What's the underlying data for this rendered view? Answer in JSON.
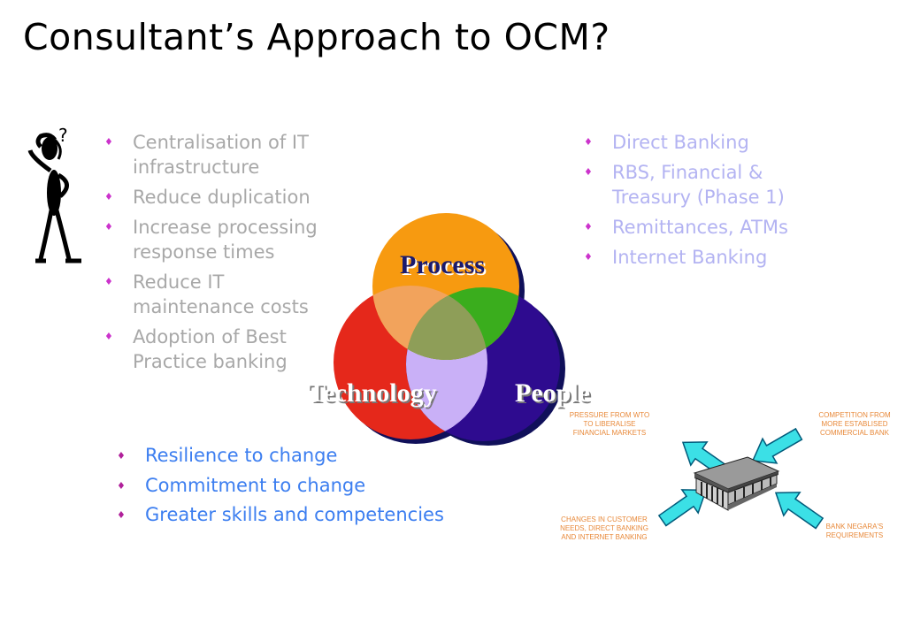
{
  "title": "Consultant’s Approach to OCM?",
  "left_list": [
    "Centralisation of IT infrastructure",
    "Reduce duplication",
    "Increase processing response times",
    "Reduce IT maintenance costs",
    "Adoption of Best Practice banking"
  ],
  "right_list": [
    "Direct Banking",
    "RBS, Financial & Treasury (Phase 1)",
    "Remittances, ATMs",
    "Internet Banking"
  ],
  "bottom_list": [
    "Resilience to change",
    "Commitment to change",
    "Greater skills and competencies"
  ],
  "venn": {
    "process": "Process",
    "technology": "Technology",
    "people": "People"
  },
  "pressures": {
    "top_left": "PRESSURE FROM WTO TO LIBERALISE FINANCIAL MARKETS",
    "top_right": "COMPETITION FROM MORE ESTABLISED COMMERCIAL BANK",
    "bottom_left": "CHANGES IN CUSTOMER NEEDS, DIRECT BANKING AND INTERNET BANKING",
    "bottom_right": "BANK NEGARA'S REQUIREMENTS"
  },
  "icons": {
    "bullet": "diamond-bullet",
    "figure": "thinking-man-icon",
    "building": "bank-building-icon"
  }
}
